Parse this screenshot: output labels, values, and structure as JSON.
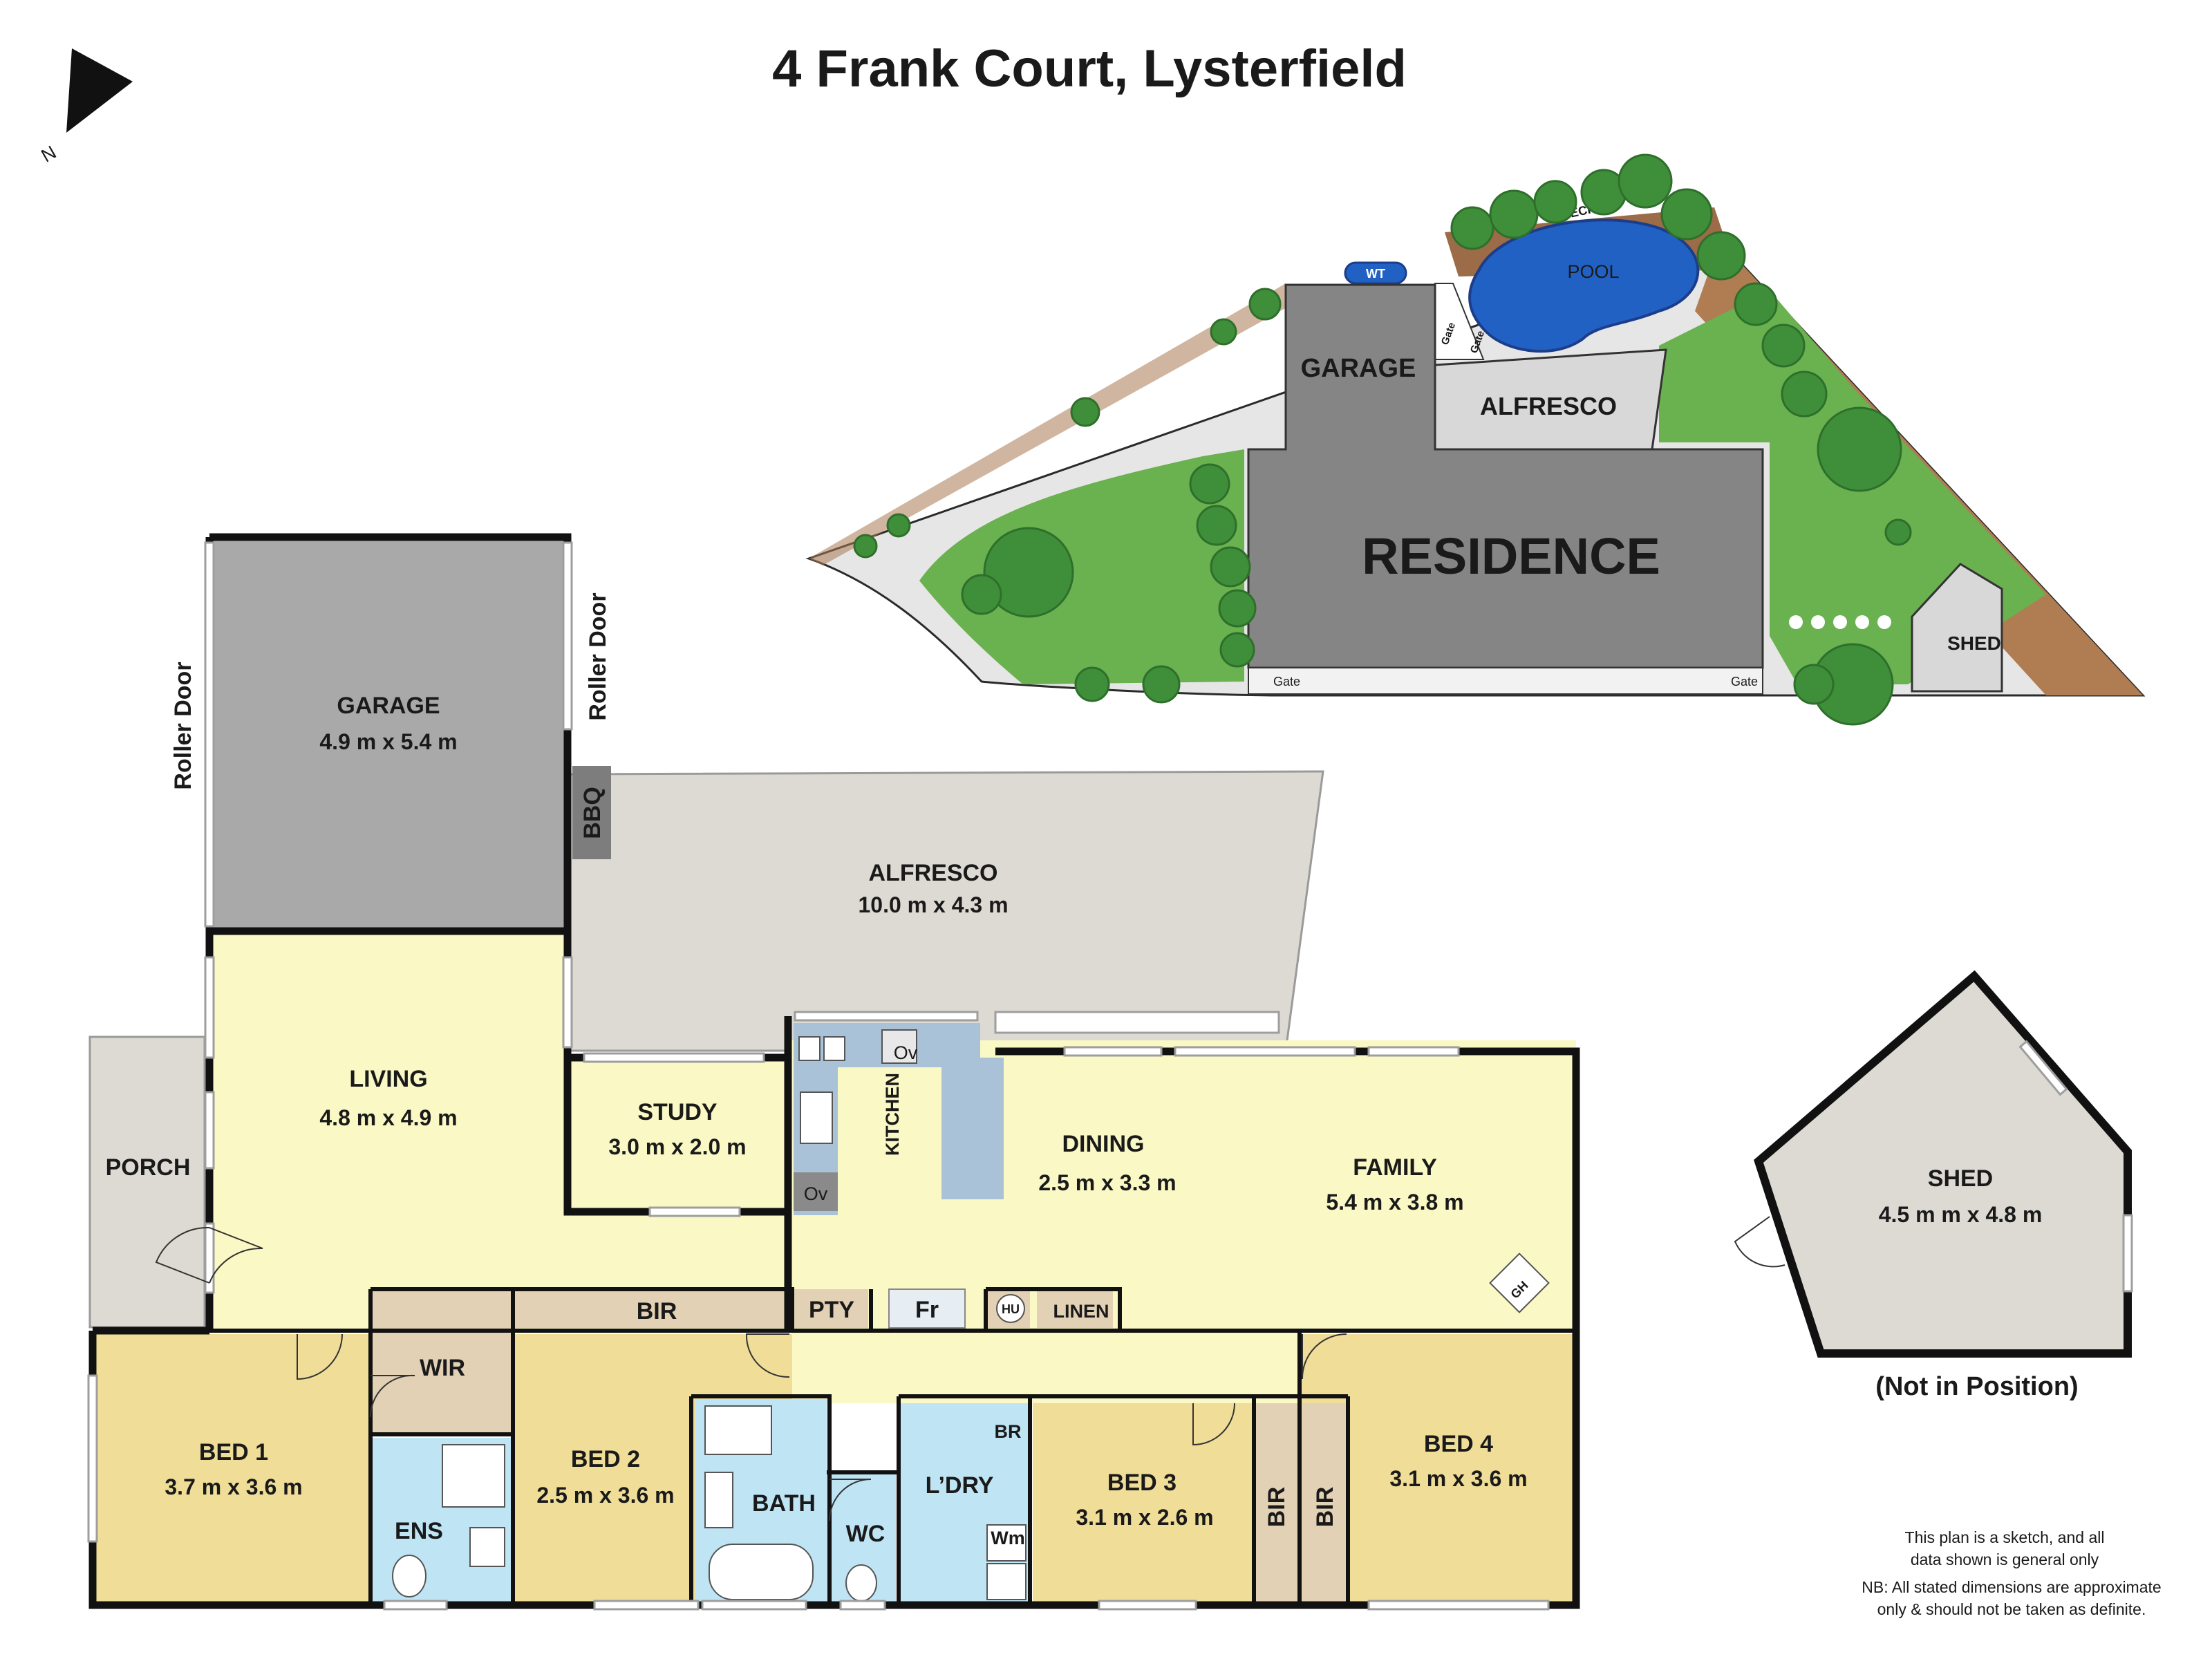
{
  "title": "4 Frank Court, Lysterfield",
  "compass": {
    "label": "N"
  },
  "site": {
    "garage": "GARAGE",
    "alfresco": "ALFRESCO",
    "residence": "RESIDENCE",
    "pool": "POOL",
    "deck": "DECK",
    "wt": "WT",
    "shed": "SHED",
    "gate": "Gate"
  },
  "floorplan": {
    "garage": {
      "name": "GARAGE",
      "dims": "4.9 m x 5.4 m"
    },
    "roller_door": "Roller Door",
    "bbq": "BBQ",
    "alfresco": {
      "name": "ALFRESCO",
      "dims": "10.0 m x 4.3 m"
    },
    "living": {
      "name": "LIVING",
      "dims": "4.8 m x 4.9 m"
    },
    "porch": "PORCH",
    "study": {
      "name": "STUDY",
      "dims": "3.0 m x 2.0 m"
    },
    "kitchen": "KITCHEN",
    "ov": "Ov",
    "dining": {
      "name": "DINING",
      "dims": "2.5 m x 3.3 m"
    },
    "family": {
      "name": "FAMILY",
      "dims": "5.4 m x 3.8 m"
    },
    "gh": "GH",
    "bir": "BIR",
    "pty": "PTY",
    "fr": "Fr",
    "hu": "HU",
    "linen": "LINEN",
    "wir": "WIR",
    "bed1": {
      "name": "BED 1",
      "dims": "3.7 m x 3.6 m"
    },
    "ens": "ENS",
    "bed2": {
      "name": "BED 2",
      "dims": "2.5 m x 3.6 m"
    },
    "bath": "BATH",
    "wc": "WC",
    "laundry": "L’DRY",
    "br": "BR",
    "wm": "Wm",
    "bed3": {
      "name": "BED 3",
      "dims": "3.1 m x 2.6 m"
    },
    "bed4": {
      "name": "BED 4",
      "dims": "3.1 m x 3.6 m"
    }
  },
  "shed_plan": {
    "name": "SHED",
    "dims": "4.5 m  m x 4.8 m",
    "note": "(Not in Position)"
  },
  "disclaimer": {
    "line1": "This plan is a sketch, and all",
    "line2": "data shown is general only",
    "line3": "NB: All stated dimensions are approximate",
    "line4": "only & should not be taken as definite."
  },
  "colors": {
    "garage": "#a9a9a9",
    "alfresco": "#dcdad2",
    "living": "#faf8c4",
    "bed": "#efdd98",
    "wet": "#bfe5f5",
    "joinery": "#e3d1b6",
    "residence": "#858585",
    "lawn": "#a7d07a",
    "pool": "#2261c4"
  }
}
